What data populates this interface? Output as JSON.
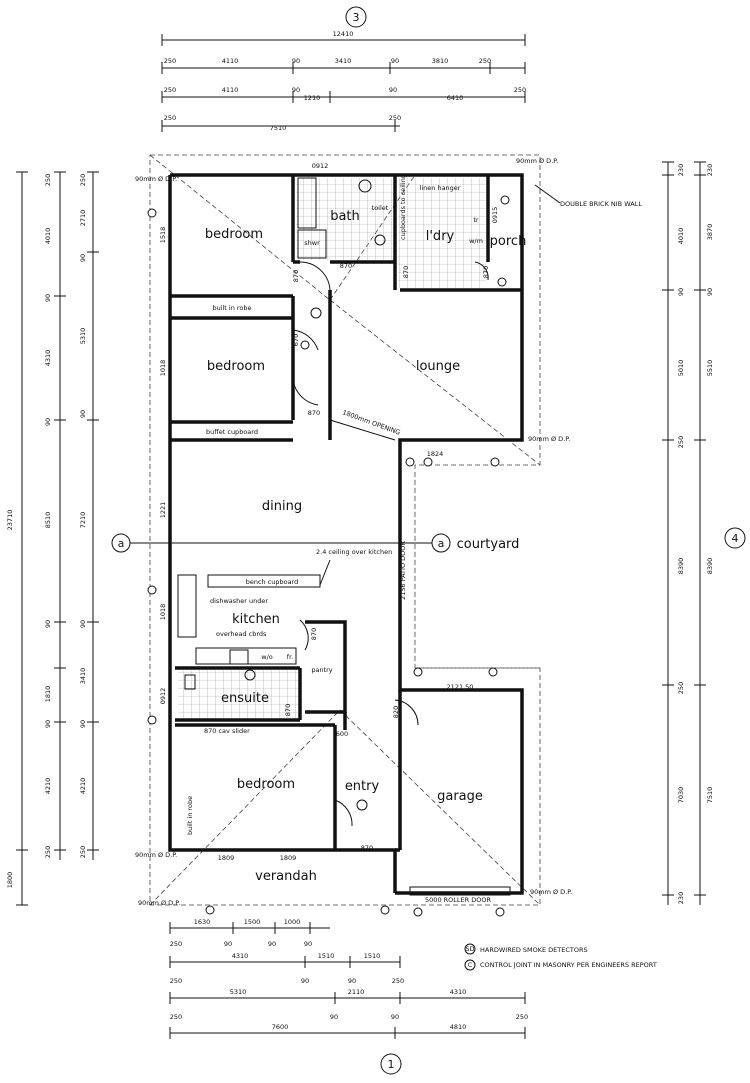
{
  "axes": {
    "top": "3",
    "bottom": "1",
    "right": "4",
    "gridline_left": "a",
    "gridline_right": "a"
  },
  "rooms": {
    "bedroom_top": "bedroom",
    "bath": "bath",
    "ldry": "l'dry",
    "porch": "porch",
    "bedroom_mid": "bedroom",
    "lounge": "lounge",
    "dining": "dining",
    "courtyard": "courtyard",
    "kitchen": "kitchen",
    "ensuite": "ensuite",
    "pantry": "pantry",
    "bedroom_bottom": "bedroom",
    "entry": "entry",
    "garage": "garage",
    "verandah": "verandah"
  },
  "notes": {
    "built_in_robe_1": "built in robe",
    "buffet_cupboard": "buffet cupboard",
    "linen_hanger": "linen hanger",
    "cupboards_to_ceiling": "cupboards to ceiling",
    "toilet": "toilet",
    "shwr": "shwr",
    "wm": "w/m",
    "tr": "tr",
    "double_brick": "DOUBLE BRICK NIB WALL",
    "ceiling_opening": "1800mm OPENING",
    "ceiling_kitchen": "2.4 ceiling over kitchen",
    "bench_cupboard": "bench cupboard",
    "dishwasher": "dishwasher under",
    "overhead": "overhead cbrds",
    "wo": "w/o",
    "fr": "fr.",
    "patio_door": "2156 PATIO DOOR",
    "cav_slider": "870 cav slider",
    "built_in_robe_2": "built in robe",
    "roller_door": "5000 ROLLER DOOR",
    "dp_1": "90mm Ø D.P.",
    "dp_2": "90mm Ø D.P.",
    "dp_3": "90mm Ø D.P.",
    "dp_4": "90mm Ø D.P.",
    "dp_5": "90mm Ø D.P.",
    "dp_6": "90mm Ø D.P.",
    "w1": "0912",
    "w2": "1518",
    "w3": "0915",
    "w4": "1018",
    "w5": "1824",
    "w6": "1221",
    "w7": "1018",
    "w8": "0912",
    "w9": "2121.50",
    "w10": "1809",
    "w11": "1809",
    "d1": "870",
    "d2": "870",
    "d3": "870",
    "d4": "870",
    "d5": "870",
    "d6": "670",
    "d7": "870",
    "d8": "870",
    "d9": "820",
    "d10": "870",
    "d11": "600"
  },
  "legend": {
    "smoke": "HARDWIRED SMOKE DETECTORS",
    "smoke_sym": "SD",
    "control": "CONTROL JOINT IN MASONRY PER ENGINEERS REPORT",
    "control_sym": "C"
  },
  "dims": {
    "top_overall": "12410",
    "top_r1": [
      "250",
      "4110",
      "90",
      "3410",
      "90",
      "3810",
      "250"
    ],
    "top_r2": [
      "250",
      "4110",
      "90",
      "1210",
      "90",
      "6410",
      "250"
    ],
    "top_r3": [
      "250",
      "7510",
      "250"
    ],
    "left_c1": [
      "250",
      "4010",
      "90",
      "4310",
      "90",
      "8510",
      "90",
      "1810",
      "90",
      "4210",
      "250"
    ],
    "left_c2": [
      "250",
      "2710",
      "90",
      "5310",
      "90",
      "7210",
      "90",
      "3410",
      "90",
      "4210",
      "250"
    ],
    "left_overall": "23710",
    "left_bottom": "1800",
    "right_c1": [
      "230",
      "4010",
      "90",
      "5010",
      "250",
      "8390",
      "250",
      "7030",
      "230"
    ],
    "right_c2": [
      "230",
      "3870",
      "90",
      "5510",
      "8390",
      "7510"
    ],
    "bot_r1": [
      "1630",
      "1500",
      "1000"
    ],
    "bot_r2": [
      "250",
      "90",
      "90",
      "90"
    ],
    "bot_r3": [
      "4310",
      "1510",
      "1510"
    ],
    "bot_r4": [
      "250",
      "90",
      "90",
      "250"
    ],
    "bot_r5": [
      "5310",
      "2110",
      "4310"
    ],
    "bot_r6": [
      "250",
      "90",
      "90",
      "250"
    ],
    "bot_r7": [
      "7600",
      "4810"
    ]
  }
}
